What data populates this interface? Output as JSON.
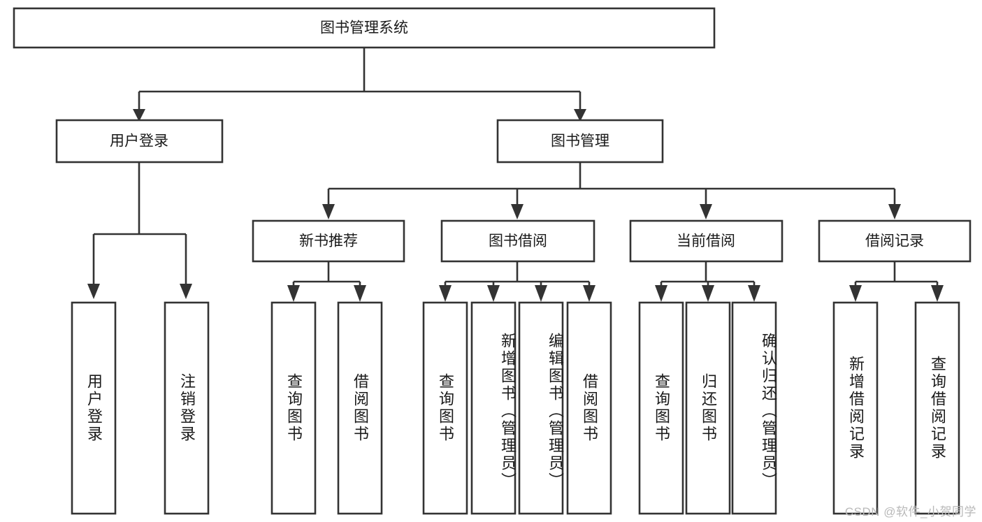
{
  "diagram": {
    "title": "图书管理系统",
    "type": "tree",
    "orientation": "top-down",
    "watermark": "CSDN @软件_小贺同学",
    "colors": {
      "stroke": "#333333",
      "fill": "#ffffff",
      "text": "#1a1a1a",
      "watermark": "#b9b9b9",
      "background": "#ffffff"
    },
    "root": {
      "label": "图书管理系统"
    },
    "level2": [
      {
        "label": "用户登录"
      },
      {
        "label": "图书管理"
      }
    ],
    "level3": [
      {
        "label": "新书推荐"
      },
      {
        "label": "图书借阅"
      },
      {
        "label": "当前借阅"
      },
      {
        "label": "借阅记录"
      }
    ],
    "leaves": {
      "user_login": [
        {
          "label": "用户登录"
        },
        {
          "label": "注销登录"
        }
      ],
      "new_book_recommend": [
        {
          "label": "查询图书"
        },
        {
          "label": "借阅图书"
        }
      ],
      "book_borrow": [
        {
          "label": "查询图书"
        },
        {
          "label": "新增图书（管理员）"
        },
        {
          "label": "编辑图书（管理员）"
        },
        {
          "label": "借阅图书"
        }
      ],
      "current_borrow": [
        {
          "label": "查询图书"
        },
        {
          "label": "归还图书"
        },
        {
          "label": "确认归还（管理员）"
        }
      ],
      "borrow_record": [
        {
          "label": "新增借阅记录"
        },
        {
          "label": "查询借阅记录"
        }
      ]
    }
  }
}
